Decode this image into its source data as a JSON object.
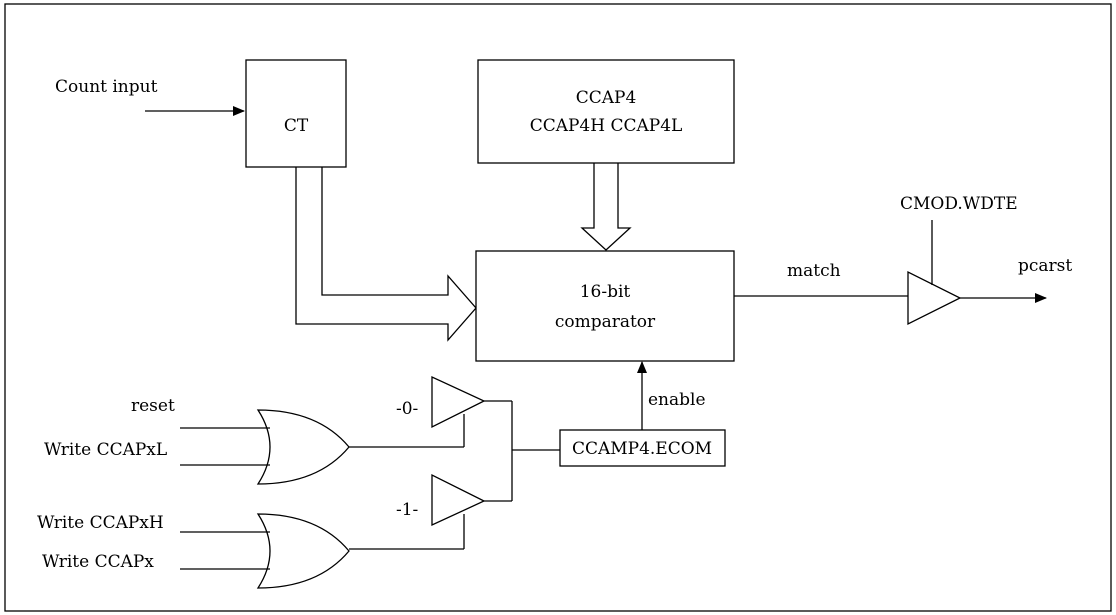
{
  "labels": {
    "count_input": "Count input",
    "ct": "CT",
    "ccap4": "CCAP4",
    "ccap4_regs": "CCAP4H CCAP4L",
    "comparator_line1": "16-bit",
    "comparator_line2": "comparator",
    "match": "match",
    "cmod_wdte": "CMOD.WDTE",
    "pcarst": "pcarst",
    "enable": "enable",
    "ccamp4_ecom": "CCAMP4.ECOM",
    "reset": "reset",
    "write_ccapxl": "Write CCAPxL",
    "write_ccapxh": "Write CCAPxH",
    "write_ccapx": "Write CCAPx",
    "buffer_zero": "-0-",
    "buffer_one": "-1-"
  },
  "colors": {
    "stroke": "#000000",
    "background": "#ffffff"
  }
}
